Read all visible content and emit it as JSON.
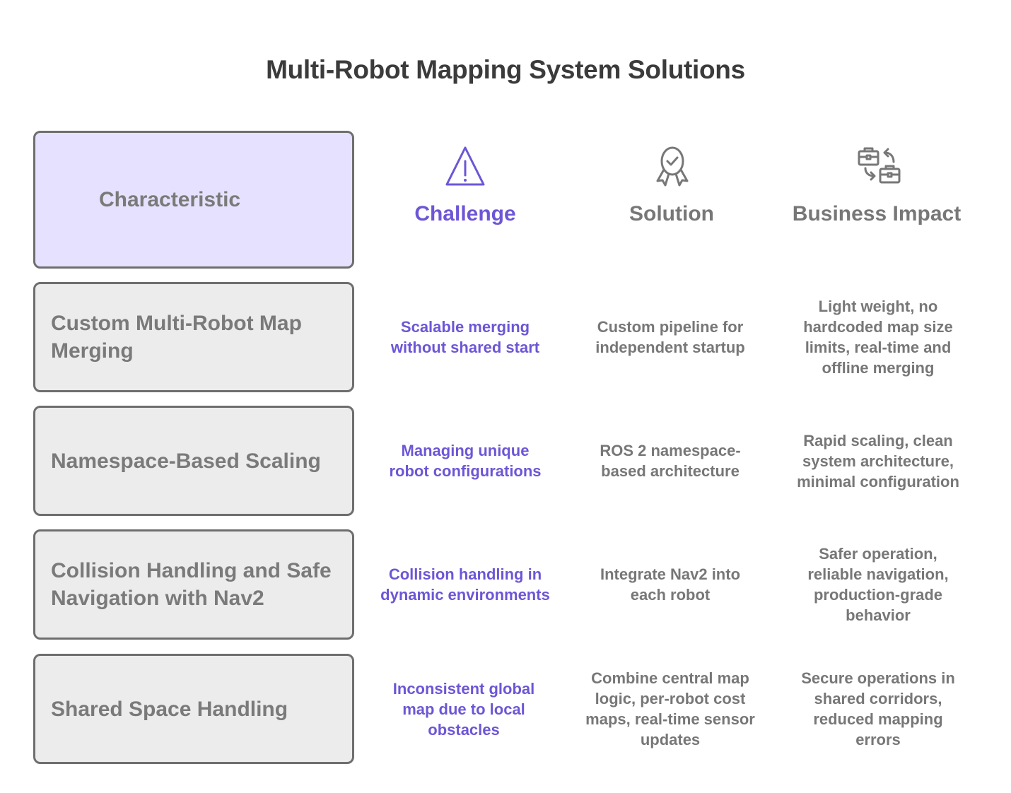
{
  "title": "Multi-Robot Mapping System Solutions",
  "header": {
    "characteristic": "Characteristic",
    "columns": [
      {
        "label": "Challenge",
        "icon": "warning-triangle-icon"
      },
      {
        "label": "Solution",
        "icon": "award-badge-icon"
      },
      {
        "label": "Business Impact",
        "icon": "briefcase-exchange-icon"
      }
    ]
  },
  "colors": {
    "accent": "#6d56d6",
    "text_gray": "#777777",
    "header_bg": "#e6e1ff",
    "row_bg": "#ececec"
  },
  "rows": [
    {
      "characteristic": "Custom Multi-Robot Map Merging",
      "challenge": "Scalable merging without shared start",
      "solution": "Custom pipeline for independent startup",
      "impact": "Light weight, no hardcoded map size limits, real-time and offline merging"
    },
    {
      "characteristic": "Namespace-Based Scaling",
      "challenge": "Managing unique robot configurations",
      "solution": "ROS 2 namespace-based architecture",
      "impact": "Rapid scaling, clean system architecture, minimal configuration"
    },
    {
      "characteristic": "Collision Handling and Safe Navigation with Nav2",
      "challenge": "Collision handling in dynamic environments",
      "solution": "Integrate Nav2 into each robot",
      "impact": "Safer operation, reliable navigation, production-grade behavior"
    },
    {
      "characteristic": "Shared Space Handling",
      "challenge": "Inconsistent global map due to local obstacles",
      "solution": "Combine central map logic, per-robot cost maps, real-time sensor updates",
      "impact": "Secure operations in shared corridors, reduced mapping errors"
    }
  ]
}
